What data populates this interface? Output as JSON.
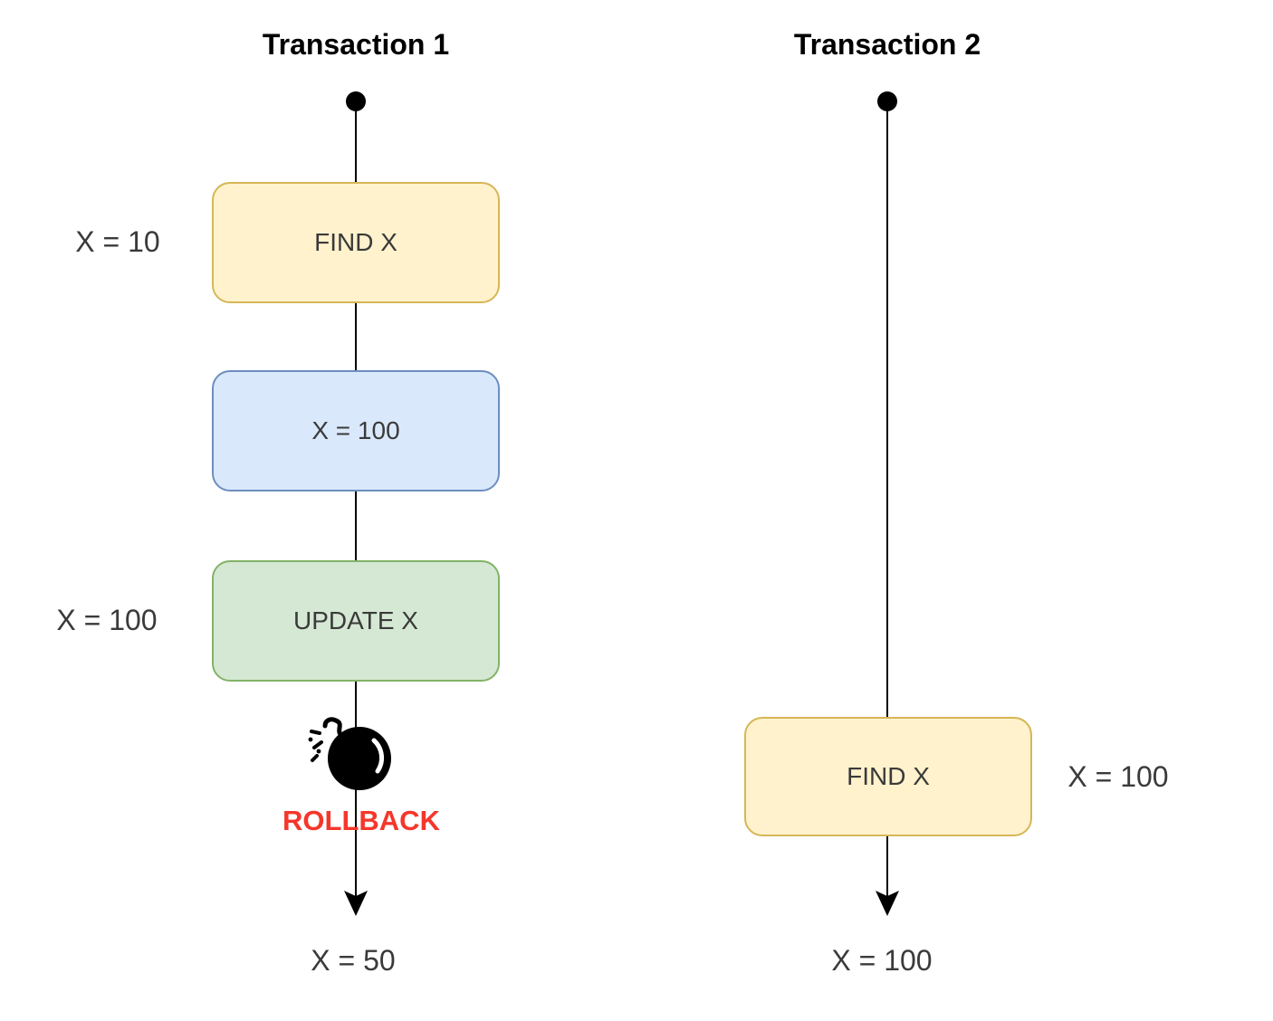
{
  "colors": {
    "background": "#ffffff",
    "line": "#000000",
    "title_text": "#000000",
    "label_text": "#3a3a3a",
    "yellow_fill": "#fff2cc",
    "yellow_border": "#d6b656",
    "blue_fill": "#dae8fc",
    "blue_border": "#6c8ebf",
    "green_fill": "#d5e8d4",
    "green_border": "#82b366",
    "rollback_red": "#f5362b"
  },
  "icons": {
    "transaction_start": "filled-circle",
    "failure": "bomb",
    "flow_end": "arrow-down"
  },
  "transaction1": {
    "title": "Transaction 1",
    "steps": [
      {
        "label": "FIND X",
        "side_label": "X = 10",
        "fill": "#fff2cc",
        "border": "#d6b656"
      },
      {
        "label": "X = 100",
        "side_label": "",
        "fill": "#dae8fc",
        "border": "#6c8ebf"
      },
      {
        "label": "UPDATE X",
        "side_label": "X = 100",
        "fill": "#d5e8d4",
        "border": "#82b366"
      }
    ],
    "rollback_label": "ROLLBACK",
    "result_label": "X = 50"
  },
  "transaction2": {
    "title": "Transaction 2",
    "steps": [
      {
        "label": "FIND X",
        "side_label": "X = 100",
        "fill": "#fff2cc",
        "border": "#d6b656"
      }
    ],
    "result_label": "X = 100"
  }
}
